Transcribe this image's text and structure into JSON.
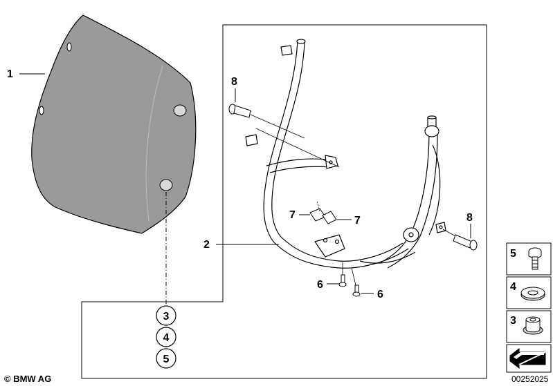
{
  "callouts": {
    "item1": "1",
    "item2": "2",
    "item3": "3",
    "item4": "4",
    "item5": "5",
    "item6a": "6",
    "item6b": "6",
    "item7a": "7",
    "item7b": "7",
    "item8a": "8",
    "item8b": "8"
  },
  "circled_refs": [
    "3",
    "4",
    "5"
  ],
  "legend": {
    "items": [
      {
        "number": "5",
        "part": "screw"
      },
      {
        "number": "4",
        "part": "washer"
      },
      {
        "number": "3",
        "part": "rubber-grommet"
      }
    ]
  },
  "footer": {
    "copyright": "© BMW AG",
    "diagram_number": "00252025"
  },
  "colors": {
    "line": "#000000",
    "panel_fill": "#9a9a9a",
    "panel_highlight": "#b8b8b8",
    "background": "#ffffff"
  }
}
